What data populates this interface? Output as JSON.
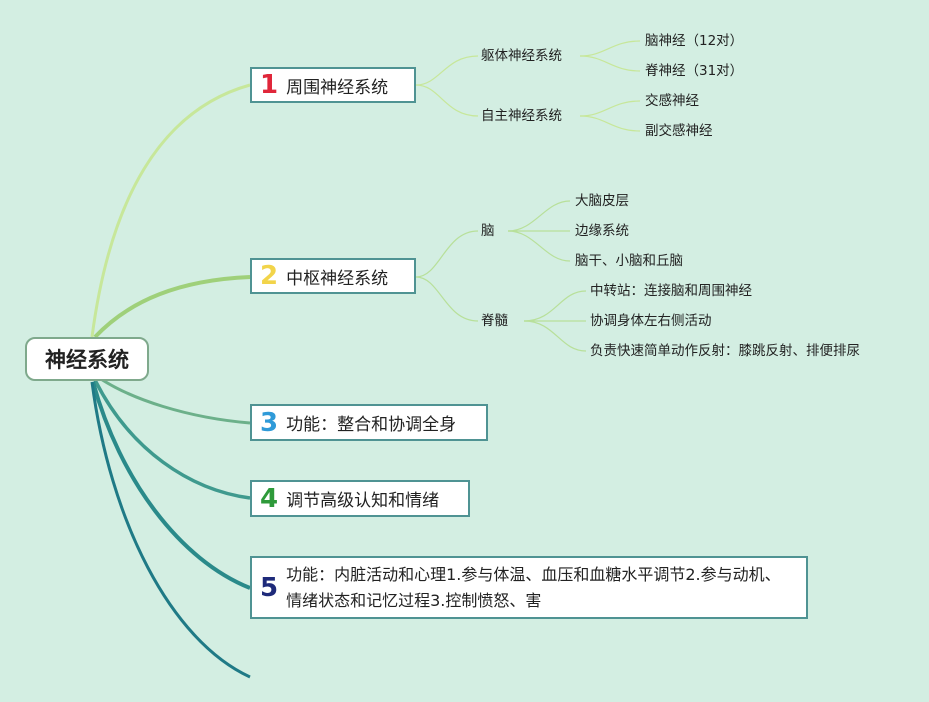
{
  "root": {
    "label": "神经系统"
  },
  "topics": [
    {
      "number": "1",
      "color": "#e0263a",
      "label": "周围神经系统",
      "children": [
        {
          "label": "躯体神经系统",
          "children": [
            {
              "label": "脑神经（12对）"
            },
            {
              "label": "脊神经（31对）"
            }
          ]
        },
        {
          "label": "自主神经系统",
          "children": [
            {
              "label": "交感神经"
            },
            {
              "label": "副交感神经"
            }
          ]
        }
      ]
    },
    {
      "number": "2",
      "color": "#f2d44a",
      "label": "中枢神经系统",
      "children": [
        {
          "label": "脑",
          "children": [
            {
              "label": "大脑皮层"
            },
            {
              "label": "边缘系统"
            },
            {
              "label": "脑干、小脑和丘脑"
            }
          ]
        },
        {
          "label": "脊髓",
          "children": [
            {
              "label": "中转站：连接脑和周围神经"
            },
            {
              "label": "协调身体左右侧活动"
            },
            {
              "label": "负责快速简单动作反射：膝跳反射、排便排尿"
            }
          ]
        }
      ]
    },
    {
      "number": "3",
      "color": "#2f9ad8",
      "label": "功能：整合和协调全身"
    },
    {
      "number": "4",
      "color": "#2e9a3a",
      "label": "调节高级认知和情绪"
    },
    {
      "number": "5",
      "color": "#1e2a7a",
      "label": "功能：内脏活动和心理1.参与体温、血压和血糖水平调节2.参与动机、情绪状态和记忆过程3.控制愤怒、害"
    }
  ]
}
